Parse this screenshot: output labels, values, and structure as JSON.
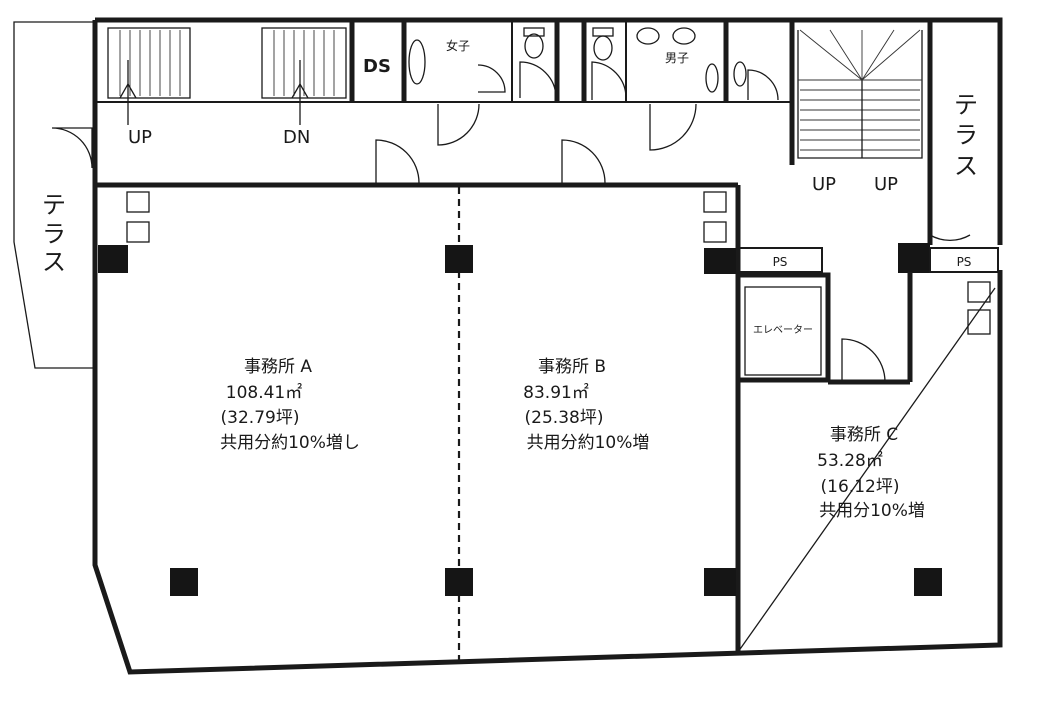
{
  "rooms": {
    "a": {
      "name": "事務所 A",
      "area": "108.41㎡",
      "tsubo": "(32.79坪)",
      "note": "共用分約10%増し"
    },
    "b": {
      "name": "事務所 B",
      "area": "83.91㎡",
      "tsubo": "(25.38坪)",
      "note": "共用分約10%増"
    },
    "c": {
      "name": "事務所 C",
      "area": "53.28㎡",
      "tsubo": "(16.12坪)",
      "note": "共用分10%増"
    }
  },
  "labels": {
    "up": "UP",
    "dn": "DN",
    "ds": "DS",
    "women": "女子",
    "men": "男子",
    "terrace": [
      "テ",
      "ラ",
      "ス"
    ],
    "ps": "PS",
    "elevator": "エレベーター"
  }
}
